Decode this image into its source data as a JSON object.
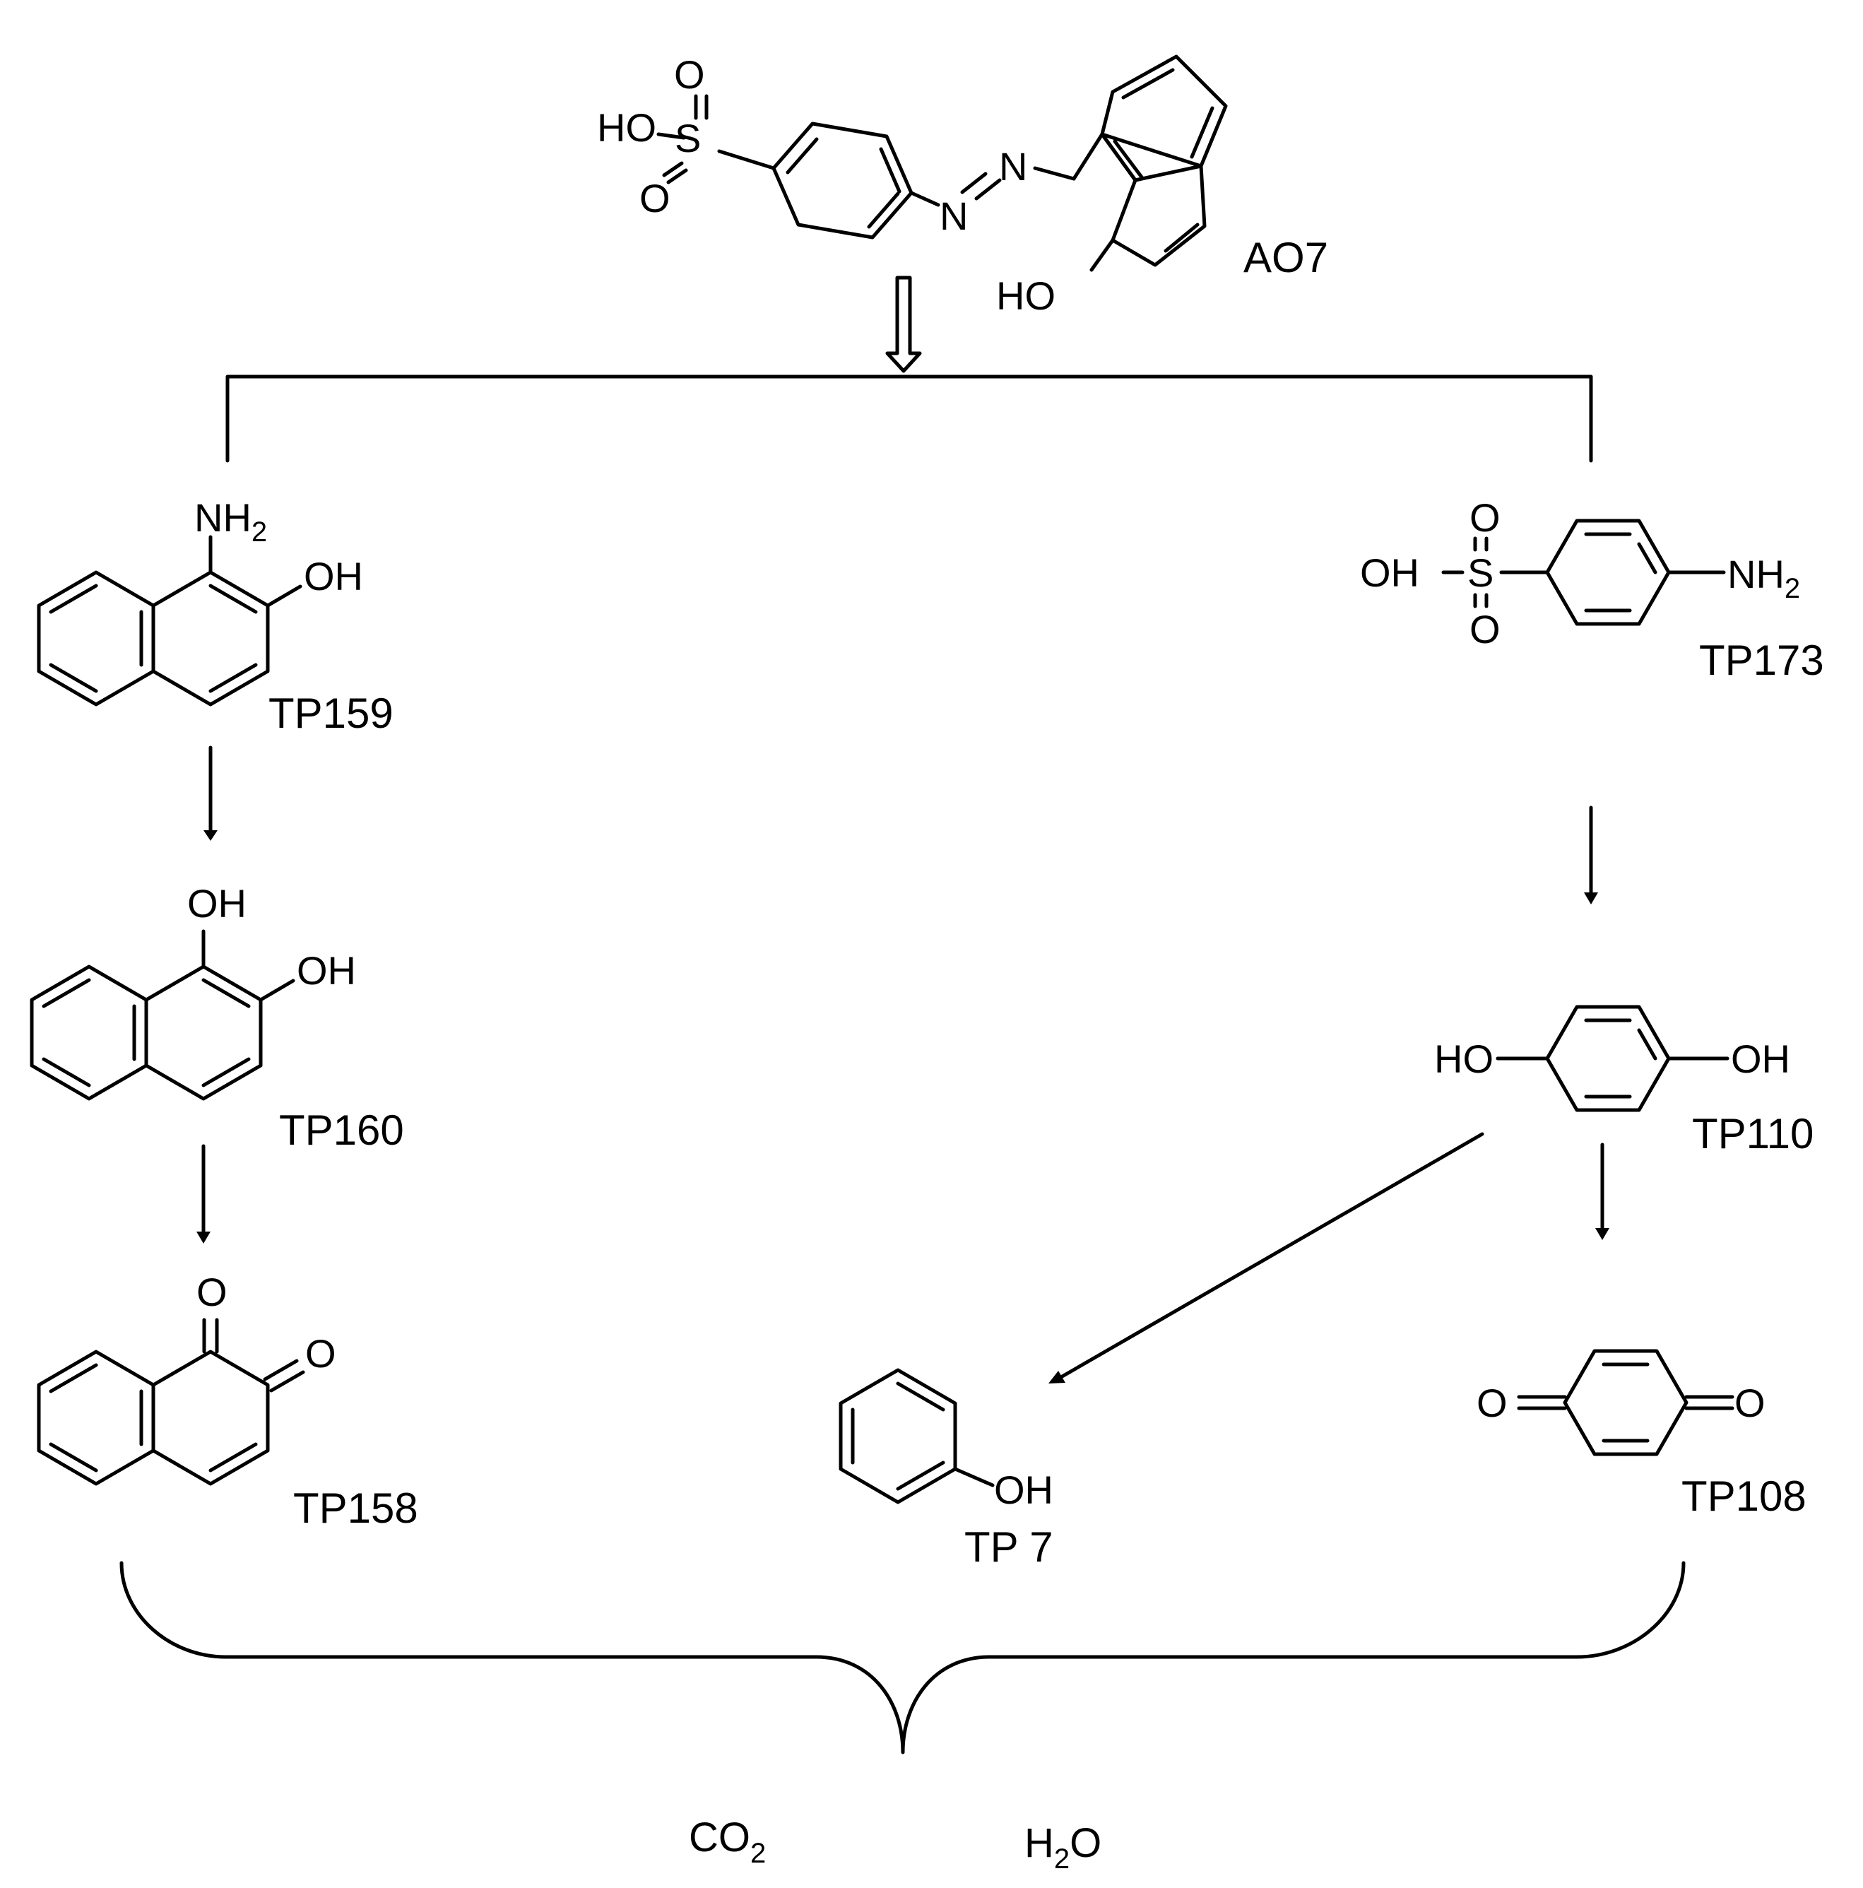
{
  "compounds": {
    "ao7": {
      "name": "AO7",
      "atoms": {
        "ho_sulfo": "HO",
        "s": "S",
        "o_top": "O",
        "o_bot": "O",
        "n1": "N",
        "n2": "N",
        "ho_naph": "HO"
      }
    },
    "tp159": {
      "name": "TP159",
      "atoms": {
        "nh": "NH",
        "nh_sub": "2",
        "oh": "OH"
      }
    },
    "tp160": {
      "name": "TP160",
      "atoms": {
        "oh1": "OH",
        "oh2": "OH"
      }
    },
    "tp158": {
      "name": "TP158",
      "atoms": {
        "o1": "O",
        "o2": "O"
      }
    },
    "tp173": {
      "name": "TP173",
      "atoms": {
        "o_top": "O",
        "oh": "OH",
        "s": "S",
        "o_bot": "O",
        "nh": "NH",
        "nh_sub": "2"
      }
    },
    "tp110": {
      "name": "TP110",
      "atoms": {
        "ho": "HO",
        "oh": "OH"
      }
    },
    "tp7": {
      "name": "TP 7",
      "atoms": {
        "oh": "OH"
      }
    },
    "tp108": {
      "name": "TP108",
      "atoms": {
        "o_left": "O",
        "o_right": "O"
      }
    }
  },
  "products": {
    "co2": {
      "main": "CO",
      "sub": "2"
    },
    "h2o": {
      "h": "H",
      "sub": "2",
      "o": "O"
    }
  },
  "colors": {
    "ink": "#000000",
    "background": "#ffffff"
  }
}
